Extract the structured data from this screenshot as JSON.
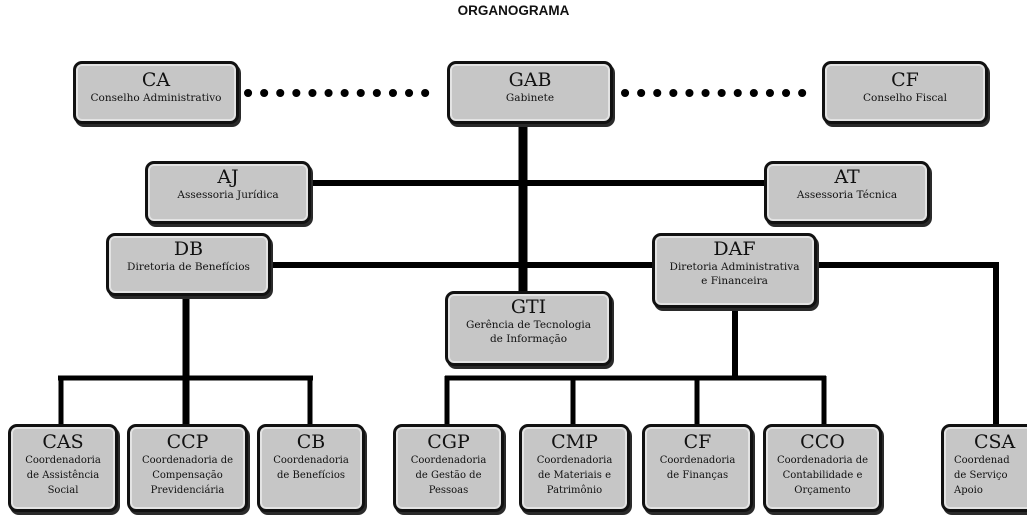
{
  "title": "ORGANOGRAMA",
  "units": {
    "ca": {
      "code": "CA",
      "label": "Conselho Administrativo"
    },
    "gab": {
      "code": "GAB",
      "label": "Gabinete"
    },
    "cf_top": {
      "code": "CF",
      "label": "Conselho Fiscal"
    },
    "aj": {
      "code": "AJ",
      "label": "Assessoria Jurídica"
    },
    "at": {
      "code": "AT",
      "label": "Assessoria Técnica"
    },
    "db": {
      "code": "DB",
      "label": "Diretoria de Benefícios"
    },
    "daf": {
      "code": "DAF",
      "label": "Diretoria Administrativa\ne Financeira"
    },
    "gti": {
      "code": "GTI",
      "label": "Gerência de Tecnologia\nde Informação"
    },
    "cas": {
      "code": "CAS",
      "label": "Coordenadoria\nde Assistência\nSocial"
    },
    "ccp": {
      "code": "CCP",
      "label": "Coordenadoria de\nCompensação\nPrevidenciária"
    },
    "cb": {
      "code": "CB",
      "label": "Coordenadoria\nde Benefícios"
    },
    "cgp": {
      "code": "CGP",
      "label": "Coordenadoria\nde Gestão de\nPessoas"
    },
    "cmp": {
      "code": "CMP",
      "label": "Coordenadoria\nde Materiais e\nPatrimônio"
    },
    "cf_bottom": {
      "code": "CF",
      "label": "Coordenadoria\nde Finanças"
    },
    "cco": {
      "code": "CCO",
      "label": "Coordenadoria de\nContabilidade e\nOrçamento"
    },
    "csa": {
      "code": "CSA",
      "label": "Coordenad\nde Serviço\nApoio"
    }
  }
}
